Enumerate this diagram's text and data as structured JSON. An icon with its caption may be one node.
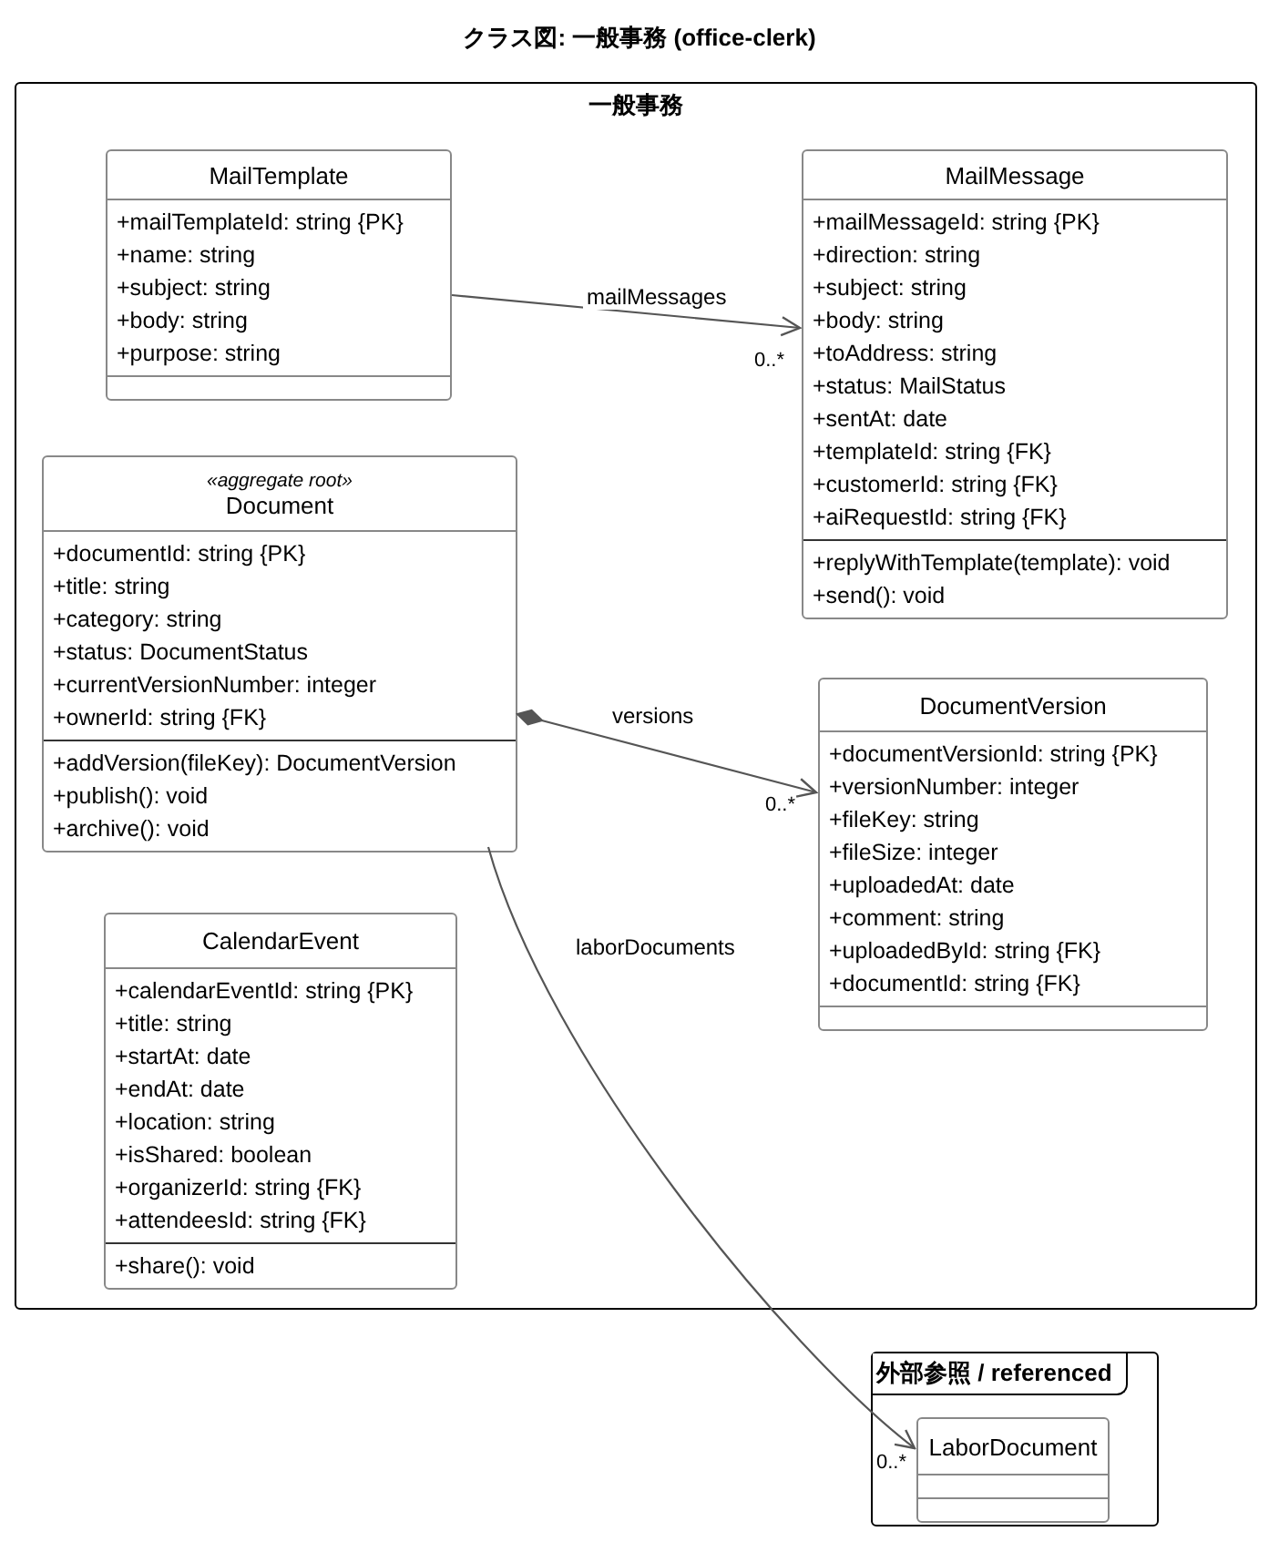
{
  "diagram": {
    "title": "クラス図: 一般事務 (office-clerk)",
    "nodes": [
      {
        "text": [
          "一般事務"
        ]
      },
      {
        "text": [
          "MailTemplate",
          "+mailTemplateId: string {PK}",
          "+name: string",
          "+subject: string",
          "+body: string",
          "+purpose: string"
        ],
        "in": 0
      },
      {
        "text": [
          "MailMessage",
          "+mailMessageId: string {PK}",
          "+direction: string",
          "+subject: string",
          "+body: string",
          "+toAddress: string",
          "+status: MailStatus",
          "+sentAt: date",
          "+templateId: string {FK}",
          "+customerId: string {FK}",
          "+aiRequestId: string {FK}",
          "+replyWithTemplate(template): void",
          "+send(): void"
        ],
        "in": 0
      },
      {
        "text": [
          "«aggregate root»",
          "Document",
          "+documentId: string {PK}",
          "+title: string",
          "+category: string",
          "+status: DocumentStatus",
          "+currentVersionNumber: integer",
          "+ownerId: string {FK}",
          "+addVersion(fileKey): DocumentVersion",
          "+publish(): void",
          "+archive(): void"
        ],
        "in": 0
      },
      {
        "text": [
          "DocumentVersion",
          "+documentVersionId: string {PK}",
          "+versionNumber: integer",
          "+fileKey: string",
          "+fileSize: integer",
          "+uploadedAt: date",
          "+comment: string",
          "+uploadedById: string {FK}",
          "+documentId: string {FK}"
        ],
        "in": 0
      },
      {
        "text": [
          "CalendarEvent",
          "+calendarEventId: string {PK}",
          "+title: string",
          "+startAt: date",
          "+endAt: date",
          "+location: string",
          "+isShared: boolean",
          "+organizerId: string {FK}",
          "+attendeesId: string {FK}",
          "+share(): void"
        ],
        "in": 0
      },
      {
        "text": [
          "外部参照 / referenced"
        ]
      },
      {
        "text": [
          "LaborDocument"
        ],
        "in": 6
      }
    ],
    "edges": [
      {
        "from": 1,
        "to": 2,
        "arrow": "to",
        "label": "mailMessages"
      },
      {
        "from": 3,
        "to": 4,
        "arrow": "to",
        "label": "versions"
      },
      {
        "from": 3,
        "to": 7,
        "arrow": "to",
        "label": "laborDocuments"
      }
    ],
    "labels": [
      "0..*",
      "0..*",
      "0..*"
    ]
  }
}
